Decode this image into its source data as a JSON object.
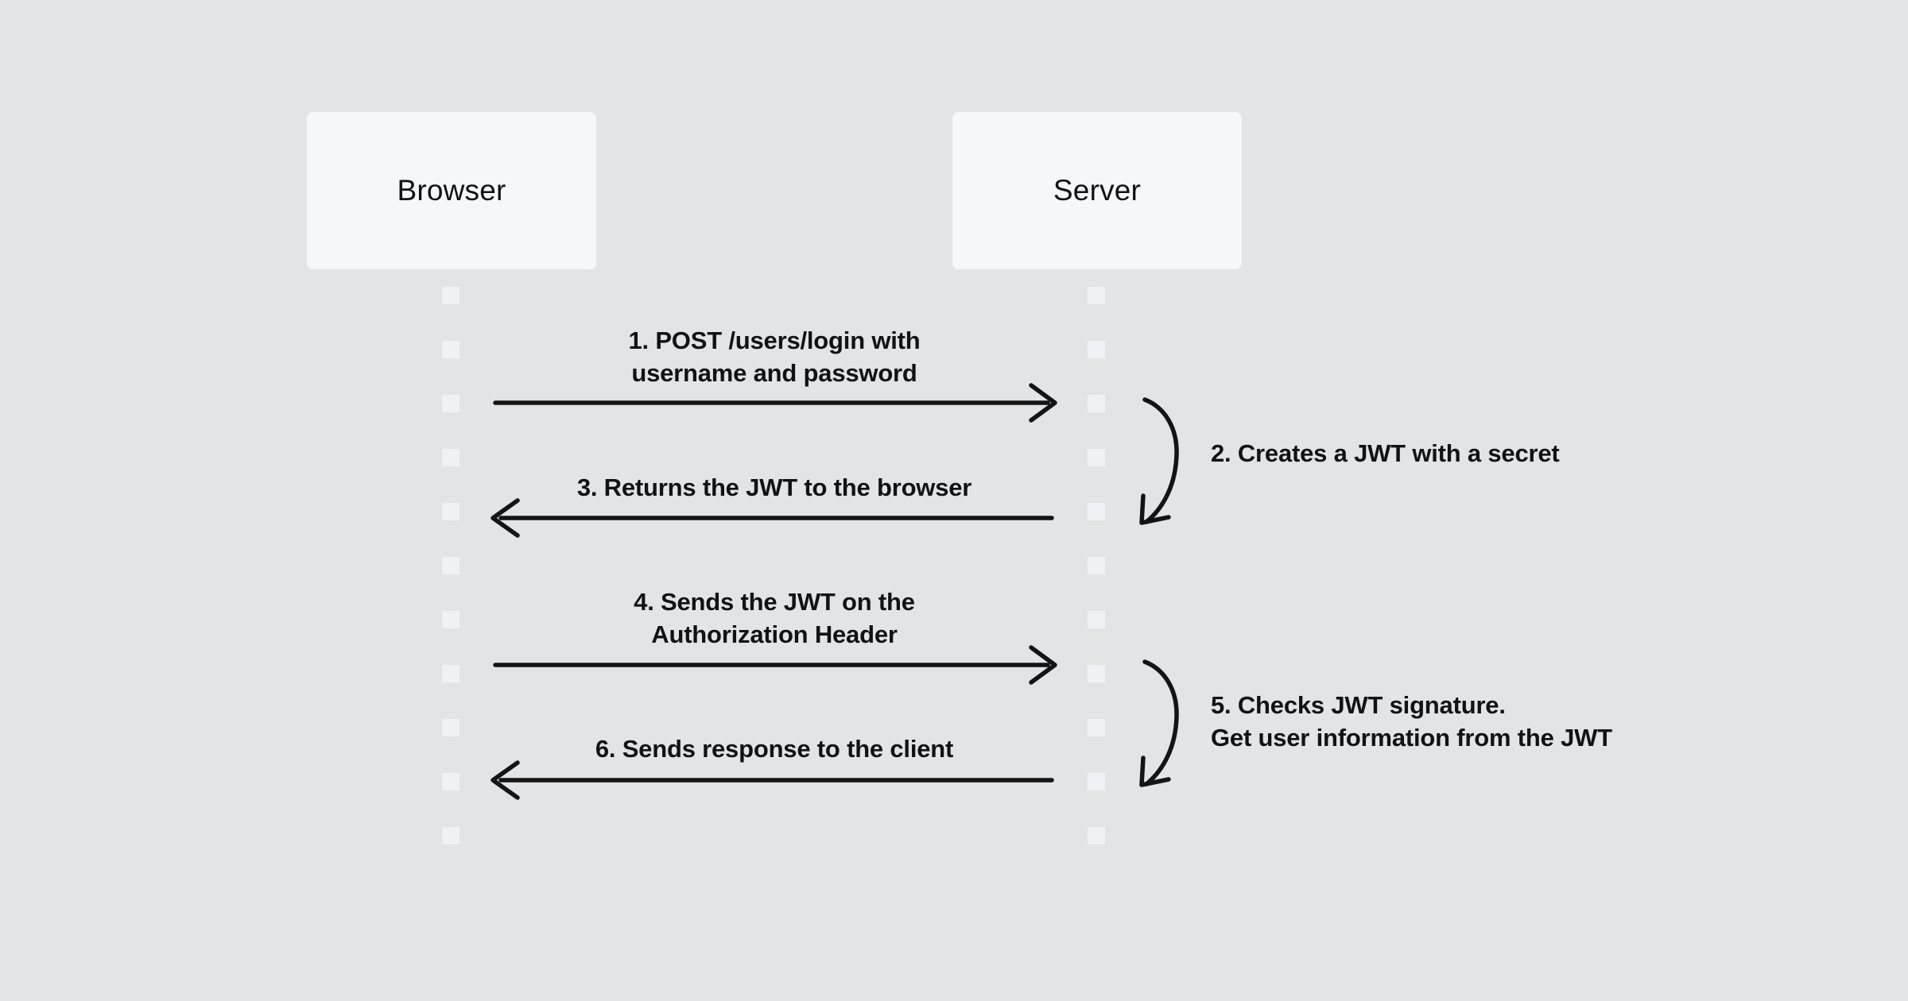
{
  "diagram": {
    "type": "sequence-diagram",
    "topic": "JWT authentication flow",
    "colors": {
      "background": "#e3e4e6",
      "actor_box": "#f6f7f9",
      "lifeline_dot": "#f0f1f4",
      "line": "#141414",
      "text": "#111214"
    },
    "actors": [
      {
        "id": "browser",
        "label": "Browser"
      },
      {
        "id": "server",
        "label": "Server"
      }
    ],
    "messages": [
      {
        "num": 1,
        "kind": "request-arrow-right",
        "from": "Browser",
        "to": "Server",
        "lines": [
          "1. POST /users/login with",
          "username and password"
        ]
      },
      {
        "num": 2,
        "kind": "self-call-server",
        "lines": [
          "2. Creates a JWT with a secret"
        ]
      },
      {
        "num": 3,
        "kind": "response-arrow-left",
        "from": "Server",
        "to": "Browser",
        "lines": [
          "3. Returns the JWT to the browser"
        ]
      },
      {
        "num": 4,
        "kind": "request-arrow-right",
        "from": "Browser",
        "to": "Server",
        "lines": [
          "4. Sends the JWT on the",
          "Authorization Header"
        ]
      },
      {
        "num": 5,
        "kind": "self-call-server",
        "lines": [
          "5. Checks JWT signature.",
          "Get user information from the JWT"
        ]
      },
      {
        "num": 6,
        "kind": "response-arrow-left",
        "from": "Server",
        "to": "Browser",
        "lines": [
          "6. Sends response to the client"
        ]
      }
    ]
  }
}
